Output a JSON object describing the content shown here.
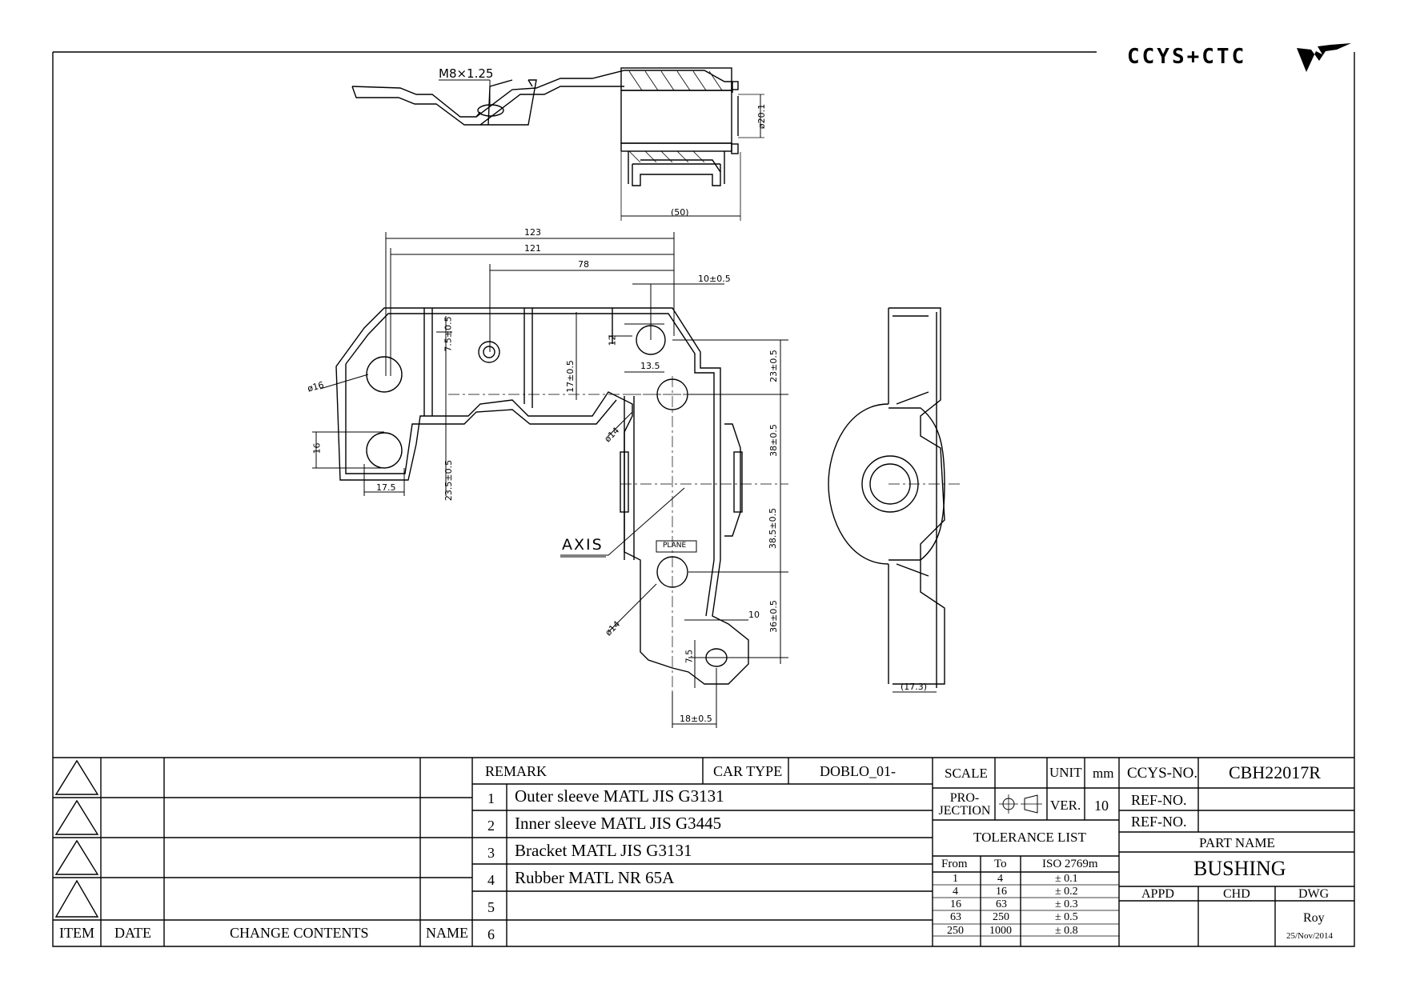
{
  "logo": {
    "text": "CCYS+CTC",
    "mark": "wing-logo-icon"
  },
  "dimensions": {
    "thread": "M8×1.25",
    "d20": "ø20.1",
    "w50": "(50)",
    "w123": "123",
    "w121": "121",
    "w78": "78",
    "h10": "10±0.5",
    "v12": "12",
    "v13": "13.5",
    "v17": "17±0.5",
    "v75": "7.5±0.5",
    "v235": "23.5±0.5",
    "v16": "16",
    "h175": "17.5",
    "d16": "ø16",
    "d14a": "ø14",
    "d14b": "ø14",
    "r23": "23±0.5",
    "r38": "38±0.5",
    "r385": "38.5±0.5",
    "r36": "36±0.5",
    "h10b": "10",
    "v75b": "7.5",
    "h18": "18±0.5",
    "h173": "(17.3)",
    "axis": "AXIS",
    "plane": "PLANE"
  },
  "revision": {
    "headers": [
      "ITEM",
      "DATE",
      "CHANGE CONTENTS",
      "NAME"
    ]
  },
  "remark": {
    "label": "REMARK",
    "car_type_label": "CAR TYPE",
    "car_type": "DOBLO_01-",
    "items": [
      {
        "no": "1",
        "text": "Outer sleeve MATL JIS G3131"
      },
      {
        "no": "2",
        "text": "Inner sleeve MATL JIS G3445"
      },
      {
        "no": "3",
        "text": "Bracket MATL JIS G3131"
      },
      {
        "no": "4",
        "text": "Rubber MATL NR 65A"
      },
      {
        "no": "5",
        "text": ""
      },
      {
        "no": "6",
        "text": ""
      }
    ]
  },
  "block": {
    "scale_label": "SCALE",
    "unit_label": "UNIT",
    "unit": "mm",
    "projection_label": "PRO-\nJECTION",
    "ver_label": "VER.",
    "ver": "10",
    "tolerance_title": "TOLERANCE LIST",
    "tol_headers": [
      "From",
      "To",
      "ISO 2769m"
    ],
    "tolerances": [
      [
        "1",
        "4",
        "± 0.1"
      ],
      [
        "4",
        "16",
        "± 0.2"
      ],
      [
        "16",
        "63",
        "± 0.3"
      ],
      [
        "63",
        "250",
        "± 0.5"
      ],
      [
        "250",
        "1000",
        "± 0.8"
      ]
    ],
    "ccys_no_label": "CCYS-NO.",
    "ccys_no": "CBH22017R",
    "ref_no_label_1": "REF-NO.",
    "ref_no_label_2": "REF-NO.",
    "part_name_label": "PART NAME",
    "part_name": "BUSHING",
    "appd": "APPD",
    "chd": "CHD",
    "dwg": "DWG",
    "drawer": "Roy",
    "date": "25/Nov/2014"
  }
}
